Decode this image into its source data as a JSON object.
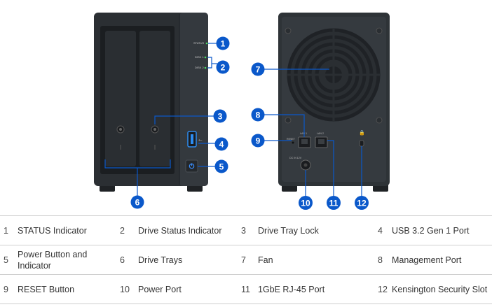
{
  "diagram": {
    "front_led_labels": [
      "STATUS",
      "DISK 1",
      "DISK 2"
    ],
    "rear_port_labels": [
      "RESET",
      "LAN 1",
      "LAN 2",
      "DC IN 12V"
    ],
    "callout_color": "#0a58ca",
    "callouts": [
      "1",
      "2",
      "3",
      "4",
      "5",
      "6",
      "7",
      "8",
      "9",
      "10",
      "11",
      "12"
    ]
  },
  "legend": {
    "rows": [
      [
        {
          "num": "1",
          "label": "STATUS Indicator"
        },
        {
          "num": "2",
          "label": "Drive Status Indicator"
        },
        {
          "num": "3",
          "label": "Drive Tray Lock"
        },
        {
          "num": "4",
          "label": "USB 3.2 Gen 1 Port"
        }
      ],
      [
        {
          "num": "5",
          "label": "Power Button and Indicator"
        },
        {
          "num": "6",
          "label": "Drive Trays"
        },
        {
          "num": "7",
          "label": "Fan"
        },
        {
          "num": "8",
          "label": "Management Port"
        }
      ],
      [
        {
          "num": "9",
          "label": "RESET Button"
        },
        {
          "num": "10",
          "label": "Power Port"
        },
        {
          "num": "11",
          "label": "1GbE RJ-45 Port"
        },
        {
          "num": "12",
          "label": "Kensington Security Slot"
        }
      ]
    ]
  }
}
